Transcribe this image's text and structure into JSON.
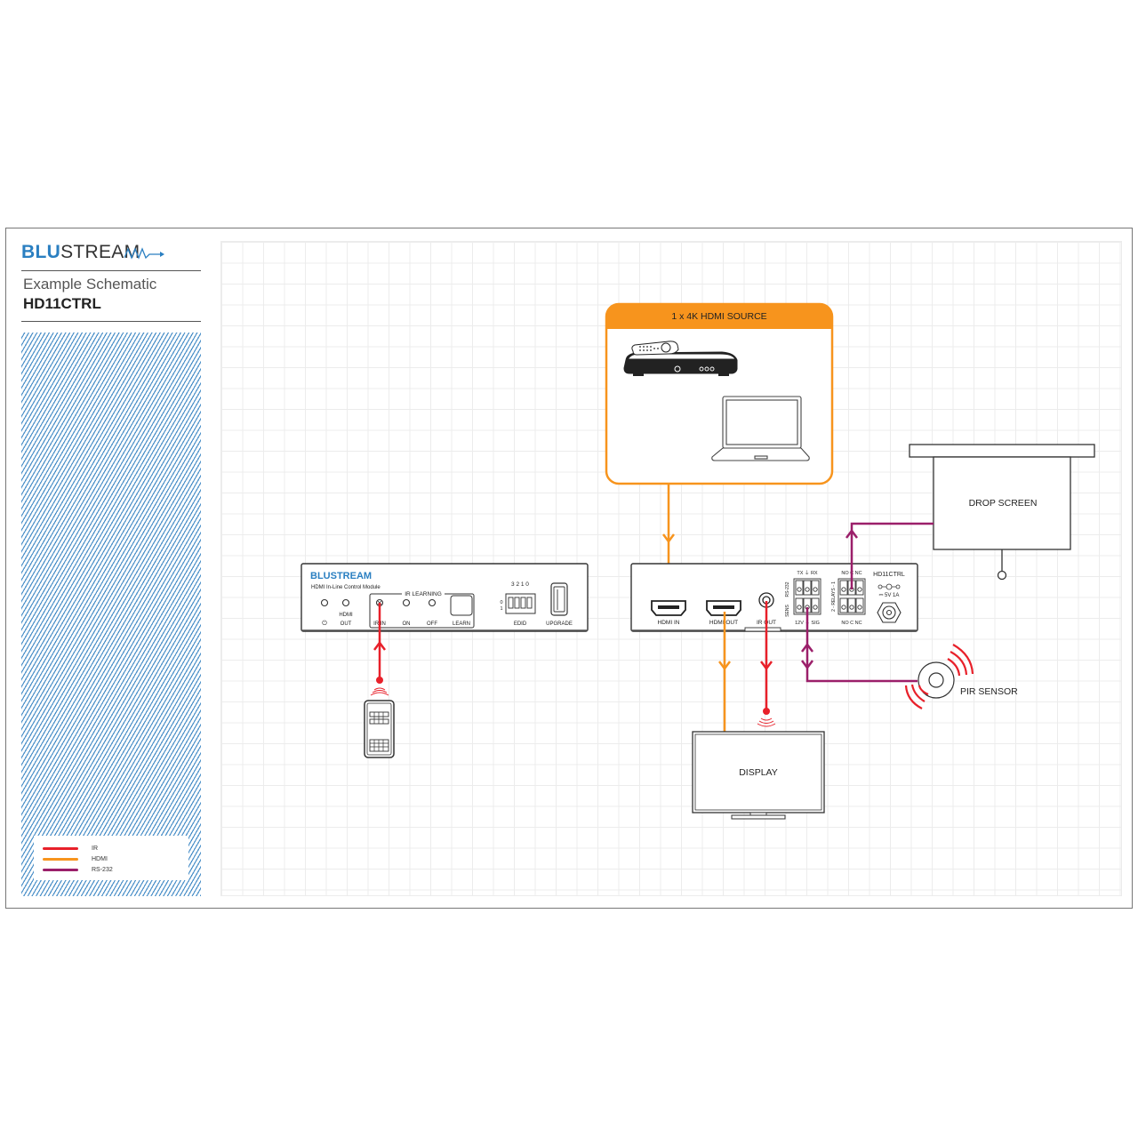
{
  "brand": {
    "logo_bold": "BLU",
    "logo_light": "STREAM"
  },
  "header": {
    "subtitle": "Example Schematic",
    "model": "HD11CTRL"
  },
  "legend": [
    {
      "label": "IR",
      "color": "#e8202a"
    },
    {
      "label": "HDMI",
      "color": "#f7941d"
    },
    {
      "label": "RS-232",
      "color": "#9b1f6a"
    }
  ],
  "colors": {
    "ir": "#e8202a",
    "hdmi": "#f7941d",
    "rs232": "#9b1f6a",
    "brand_blue": "#2a7fc1"
  },
  "source_box": {
    "title": "1 x 4K HDMI SOURCE",
    "devices": [
      "set-top-box",
      "laptop"
    ]
  },
  "control_module": {
    "logo": "BLUSTREAM",
    "name": "HDMI In-Line Control Module",
    "group_label": "IR LEARNING",
    "power_label": "⏻",
    "hdmi_out_label": [
      "HDMI",
      "OUT"
    ],
    "ir_in_label": "IR IN",
    "on_label": "ON",
    "off_label": "OFF",
    "learn_label": "LEARN",
    "edid_bits": "3 2 1 0",
    "edid_0": "0",
    "edid_1": "1",
    "edid_label": "EDID",
    "upgrade_label": "UPGRADE"
  },
  "rear_panel": {
    "hdmi_in": "HDMI IN",
    "hdmi_out": "HDMI OUT",
    "ir_out": "IR OUT",
    "rs232_top": "TX ⏚ RX",
    "rs232_side": "RS-232",
    "sens_side": "SENS",
    "sens_bottom": "12V ⏚ SIG",
    "relay_top": "NO C NC",
    "relay_side": "2 - RELAYS - 1",
    "relay_bottom": "NO C NC",
    "model": "HD11CTRL",
    "power": "⎓ 5V 1A"
  },
  "devices": {
    "drop_screen": "DROP SCREEN",
    "display": "DISPLAY",
    "pir": "PIR SENSOR"
  }
}
